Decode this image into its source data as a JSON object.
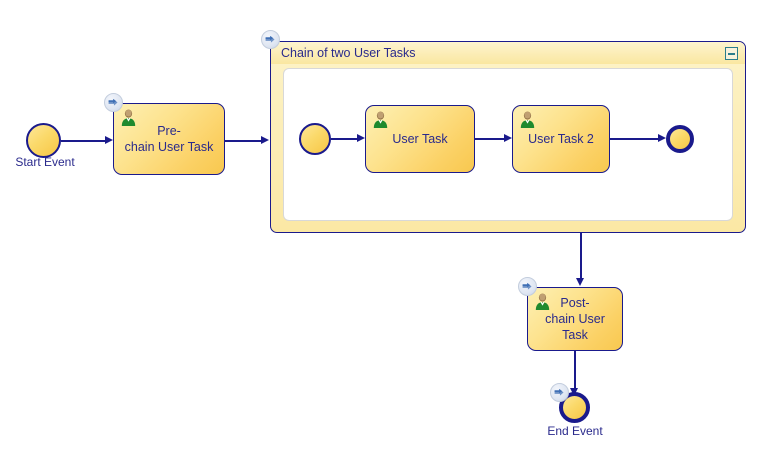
{
  "diagram": {
    "type": "bpmn-process",
    "canvas_background": "#ffffff",
    "accent_color": "#1a1a8c",
    "task_fill": "#fbd96a",
    "subprocess_fill": "#fbe8a4",
    "collapse_button_color": "#2a7d8c"
  },
  "start_event": {
    "label": "Start Event",
    "icon": "start-event-circle"
  },
  "pre_chain_task": {
    "label": "Pre-\nchain User Task",
    "icon": "user-icon",
    "badge": "fast-forward-badge"
  },
  "subprocess": {
    "title": "Chain of two User Tasks",
    "collapse_label": "",
    "badge": "fast-forward-badge",
    "inner_start_event": {
      "label": "",
      "icon": "start-event-circle"
    },
    "tasks": [
      {
        "label": "User Task",
        "icon": "user-icon"
      },
      {
        "label": "User Task 2",
        "icon": "user-icon"
      }
    ],
    "inner_end_event": {
      "label": "",
      "icon": "end-event-circle"
    }
  },
  "post_chain_task": {
    "label": "Post-\nchain User Task",
    "icon": "user-icon",
    "badge": "fast-forward-badge"
  },
  "end_event": {
    "label": "End Event",
    "icon": "end-event-circle",
    "badge": "fast-forward-badge"
  }
}
